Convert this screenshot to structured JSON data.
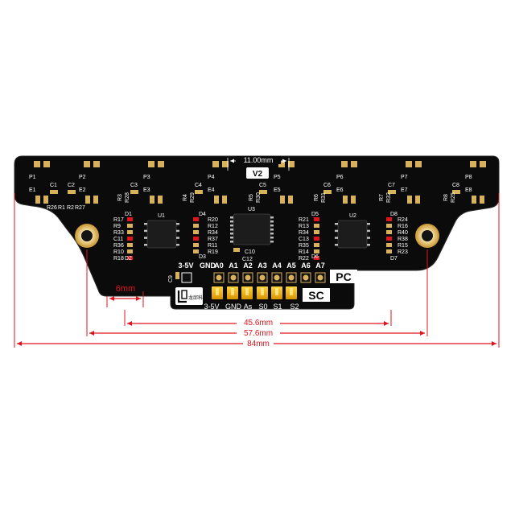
{
  "board": {
    "version": "V2",
    "colors": {
      "pcb": "#0b0b0b",
      "silk": "#ffffff",
      "pad": "#d9b15a",
      "dimension": "#e0141c",
      "header": "#f2b300"
    },
    "sensor_labels": [
      "P1",
      "P2",
      "P3",
      "P4",
      "P5",
      "P6",
      "P7",
      "P8"
    ],
    "emitter_labels": [
      "E1",
      "E2",
      "E3",
      "E4",
      "E5",
      "E6",
      "E7",
      "E8"
    ],
    "cap_labels": [
      "C1",
      "C2",
      "C3",
      "C4",
      "C5",
      "C6",
      "C7",
      "C8"
    ],
    "misc_labels": {
      "r26": "R26",
      "r1": "R1",
      "r2": "R2",
      "r27": "R27",
      "r3": "R3",
      "r28": "R28",
      "r4": "R4",
      "r29": "R29",
      "r5": "R5",
      "r30": "R30",
      "r6": "R6",
      "r31": "R31",
      "r7": "R7",
      "r32": "R32",
      "r8": "R8",
      "r25": "R25",
      "c9": "C9",
      "c10": "C10",
      "c12": "C12",
      "u1": "U1",
      "u2": "U2",
      "u3": "U3",
      "d1": "D1",
      "d2": "D2",
      "d3": "D3",
      "d4": "D4",
      "d5": "D5",
      "d6": "D6",
      "d7": "D7",
      "d8": "D8"
    },
    "left_block_a": [
      "R17",
      "R9",
      "R33",
      "C11",
      "R36",
      "R10",
      "R18"
    ],
    "left_block_b": [
      "R20",
      "R12",
      "R34",
      "R37",
      "R11",
      "R19"
    ],
    "right_block_a": [
      "R21",
      "R13",
      "R34",
      "C13",
      "R35",
      "R14",
      "R22"
    ],
    "right_block_b": [
      "R24",
      "R16",
      "R40",
      "R38",
      "R15",
      "R23"
    ],
    "pc_header": {
      "label": "PC",
      "pins": [
        "3-5V",
        "GND",
        "A0",
        "A1",
        "A2",
        "A3",
        "A4",
        "A5",
        "A6",
        "A7"
      ]
    },
    "sc_header": {
      "label": "SC",
      "pins": [
        "3-5V",
        "GND",
        "As",
        "S0",
        "S1",
        "S2"
      ]
    },
    "logo_text": "龙邱科技"
  },
  "dimensions": {
    "sensor_pitch": "11.00mm",
    "edge_offset": "6mm",
    "inner_span": "45.6mm",
    "hole_span": "57.6mm",
    "overall_width": "84mm"
  }
}
